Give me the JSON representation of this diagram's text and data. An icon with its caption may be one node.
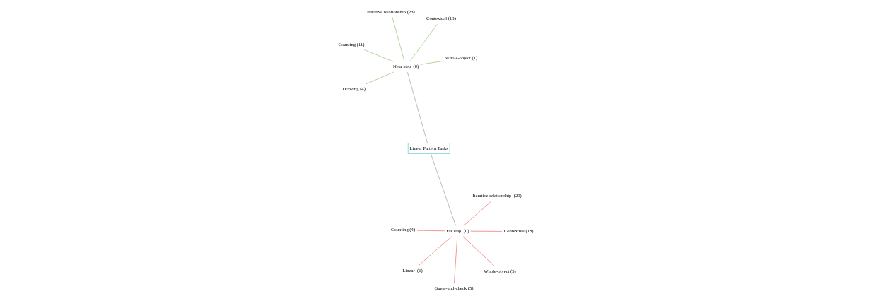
{
  "diagram": {
    "nodes": [
      {
        "text": [
          "Linear Pattern Tasks"
        ]
      },
      {
        "text": [
          "Near step  (0)"
        ]
      },
      {
        "text": [
          "Far step  (0)"
        ]
      },
      {
        "text": [
          "Iterative relationship (23)"
        ]
      },
      {
        "text": [
          "Contextual (13)"
        ]
      },
      {
        "text": [
          "Counting (11)"
        ]
      },
      {
        "text": [
          "Drawing (4)"
        ]
      },
      {
        "text": [
          "Whole-object (1)"
        ]
      },
      {
        "text": [
          "Linear  (1)"
        ]
      },
      {
        "text": [
          "Guess-and-check (5)"
        ]
      },
      {
        "text": [
          "Whole-object (5)"
        ]
      },
      {
        "text": [
          "Counting (4)"
        ]
      },
      {
        "text": [
          "Contextual (18)"
        ]
      },
      {
        "text": [
          "Iterative relationship  (29)"
        ]
      }
    ],
    "edges": [
      {
        "from": 1,
        "to": 0,
        "arrow": "none",
        "color": "#7f7f7f"
      },
      {
        "from": 0,
        "to": 2,
        "arrow": "none",
        "color": "#7f7f7f"
      },
      {
        "from": 1,
        "to": 3,
        "arrow": "none",
        "color": "#70ad47"
      },
      {
        "from": 1,
        "to": 4,
        "arrow": "none",
        "color": "#70ad47"
      },
      {
        "from": 1,
        "to": 5,
        "arrow": "none",
        "color": "#70ad47"
      },
      {
        "from": 1,
        "to": 6,
        "arrow": "none",
        "color": "#70ad47"
      },
      {
        "from": 1,
        "to": 7,
        "arrow": "none",
        "color": "#70ad47"
      },
      {
        "from": 2,
        "to": 8,
        "arrow": "none",
        "color": "#e0453a"
      },
      {
        "from": 2,
        "to": 9,
        "arrow": "none",
        "color": "#e0453a"
      },
      {
        "from": 2,
        "to": 10,
        "arrow": "none",
        "color": "#e0453a"
      },
      {
        "from": 2,
        "to": 11,
        "arrow": "none",
        "color": "#e0453a"
      },
      {
        "from": 2,
        "to": 12,
        "arrow": "none",
        "color": "#e0453a"
      },
      {
        "from": 2,
        "to": 13,
        "arrow": "none",
        "color": "#e0453a"
      }
    ]
  }
}
